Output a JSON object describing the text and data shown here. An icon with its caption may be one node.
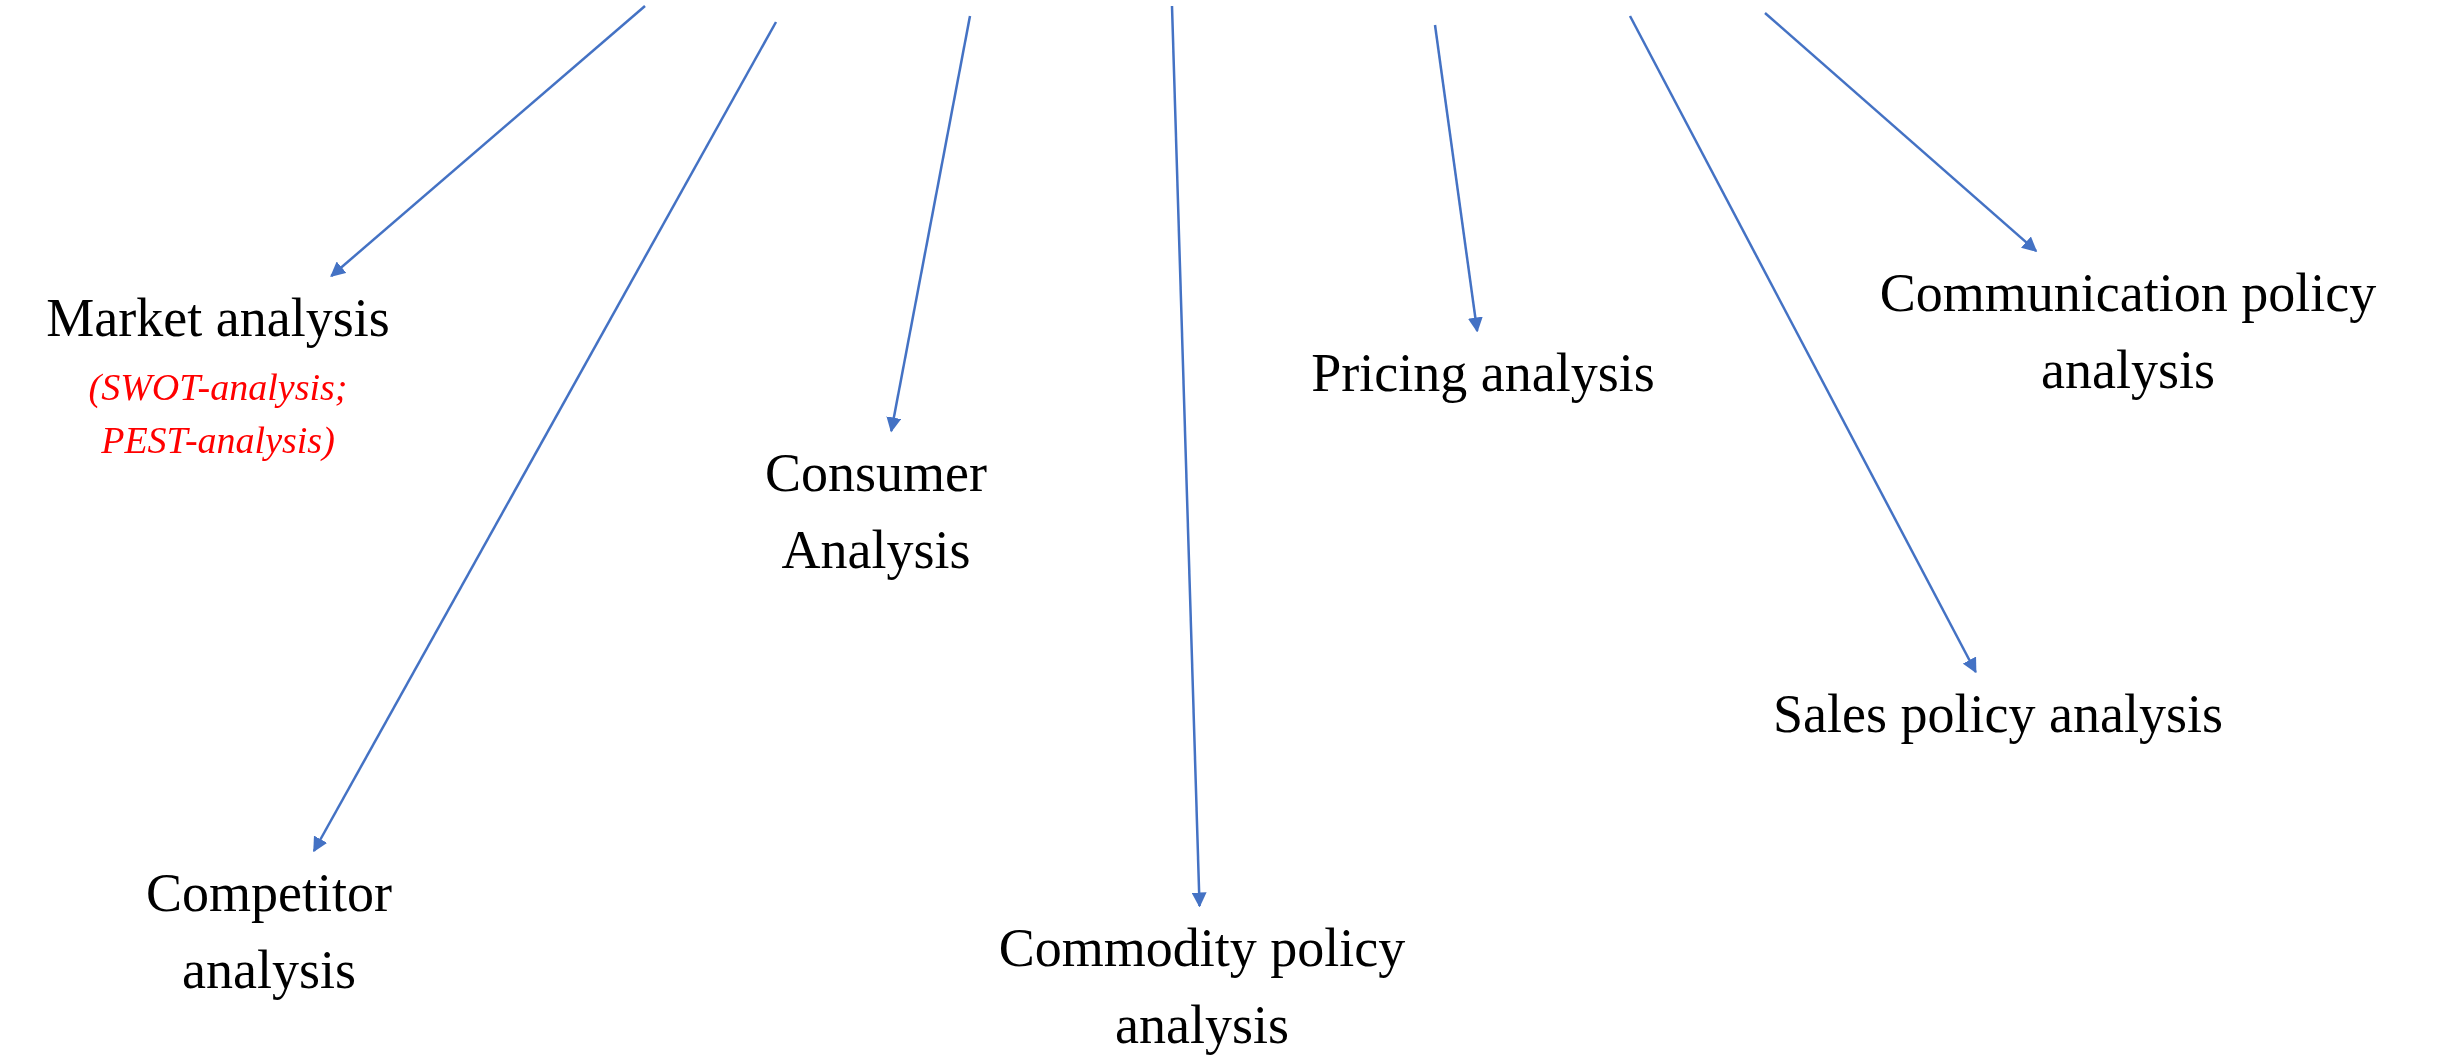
{
  "diagram": {
    "nodes": [
      {
        "text": [
          "Market analysis",
          "(SWOT-analysis; PEST-analysis)"
        ]
      },
      {
        "text": [
          "Competitor analysis"
        ]
      },
      {
        "text": [
          "Consumer Analysis"
        ]
      },
      {
        "text": [
          "Commodity policy analysis"
        ]
      },
      {
        "text": [
          "Pricing analysis"
        ]
      },
      {
        "text": [
          "Sales policy analysis"
        ]
      },
      {
        "text": [
          "Communication policy analysis"
        ]
      }
    ],
    "edges": [
      {
        "from": null,
        "to": 0,
        "arrow": "to"
      },
      {
        "from": null,
        "to": 1,
        "arrow": "to"
      },
      {
        "from": null,
        "to": 2,
        "arrow": "to"
      },
      {
        "from": null,
        "to": 3,
        "arrow": "to"
      },
      {
        "from": null,
        "to": 4,
        "arrow": "to"
      },
      {
        "from": null,
        "to": 5,
        "arrow": "to"
      },
      {
        "from": null,
        "to": 6,
        "arrow": "to"
      }
    ]
  }
}
